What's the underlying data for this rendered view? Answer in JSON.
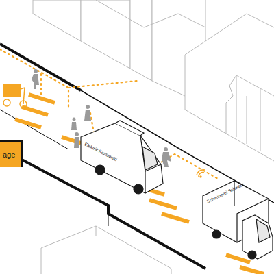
{
  "diagram": {
    "nodes": [
      {
        "text": [
          "age"
        ]
      }
    ],
    "labels": [
      "Elektrik Kozlowski",
      "Schreinerei Schwarz"
    ]
  }
}
